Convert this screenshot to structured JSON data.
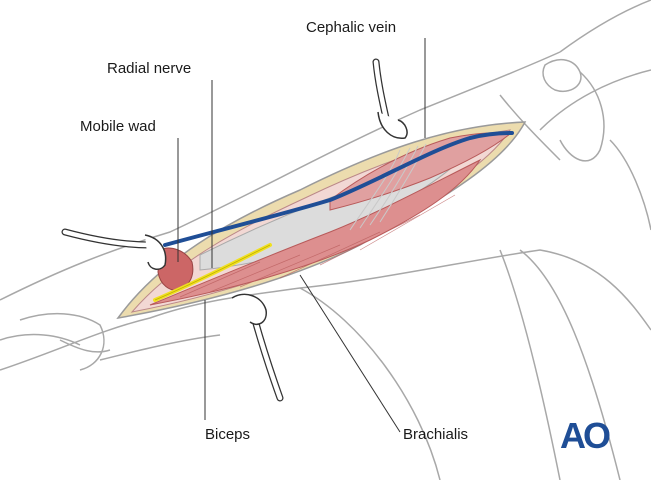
{
  "labels": {
    "cephalic_vein": "Cephalic vein",
    "radial_nerve": "Radial nerve",
    "mobile_wad": "Mobile wad",
    "biceps": "Biceps",
    "brachialis": "Brachialis"
  },
  "logo": {
    "text": "AO",
    "color": "#1f4e96"
  },
  "colors": {
    "muscle": "#d98b8b",
    "muscle_dark": "#b85a5a",
    "vein": "#1f4e96",
    "nerve": "#f0e020",
    "skin_edge": "#e8d9a8",
    "outline": "#9a9a9a",
    "leader": "#333333"
  }
}
